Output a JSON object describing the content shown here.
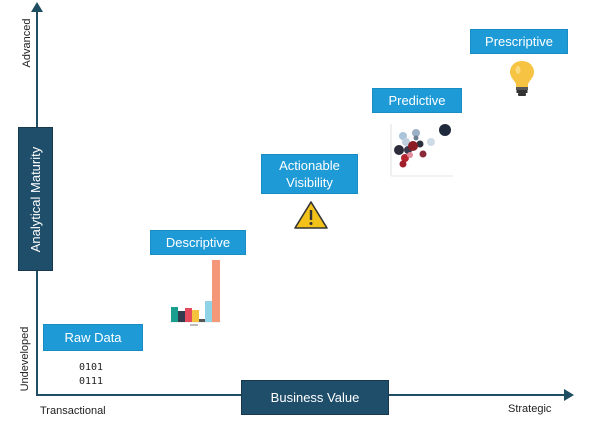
{
  "y_axis": {
    "title": "Analytical Maturity",
    "top_label": "Advanced",
    "bottom_label": "Undeveloped"
  },
  "x_axis": {
    "title": "Business Value",
    "left_label": "Transactional",
    "right_label": "Strategic"
  },
  "stages": [
    {
      "label": "Raw Data",
      "detail_lines": [
        "0101",
        "0111"
      ]
    },
    {
      "label": "Descriptive",
      "icon": "bar-chart-icon"
    },
    {
      "label": "Actionable Visibility",
      "icon": "warning-icon"
    },
    {
      "label": "Predictive",
      "icon": "scatter-plot-icon"
    },
    {
      "label": "Prescriptive",
      "icon": "light-bulb-icon"
    }
  ],
  "colors": {
    "axis": "#1f4e63",
    "axis_box": "#1f4e6b",
    "stage_box": "#1e9bd7",
    "warning": "#f2c21b",
    "bulb": "#f6c342"
  }
}
